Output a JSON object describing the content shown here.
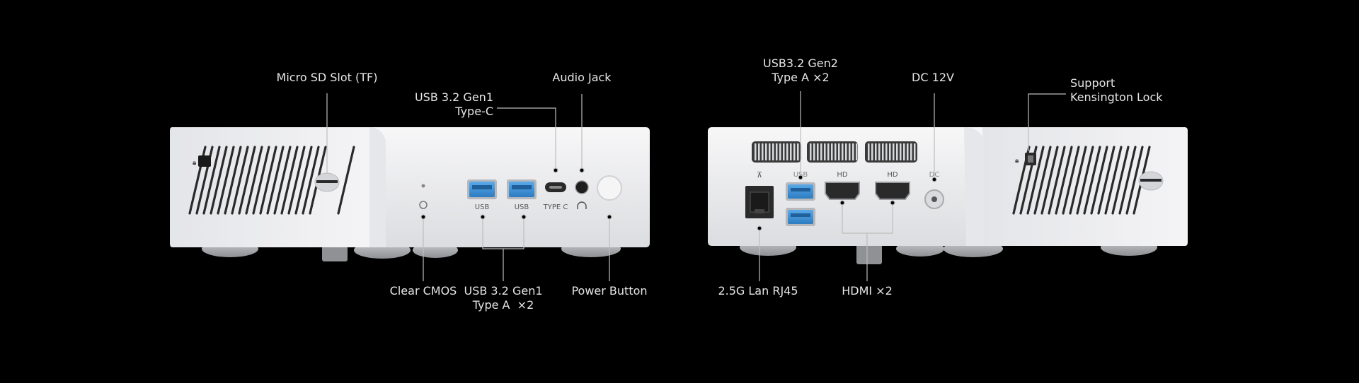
{
  "labels": {
    "micro_sd": "Micro SD Slot (TF)",
    "usb_c": [
      "USB 3.2 Gen1",
      "Type-C"
    ],
    "audio_jack": "Audio Jack",
    "clear_cmos": "Clear CMOS",
    "usb_a_front": [
      "USB 3.2 Gen1",
      "Type A  ×2"
    ],
    "power_button": "Power Button",
    "usb_a_rear": [
      "USB3.2 Gen2",
      "Type A ×2"
    ],
    "dc_in": "DC 12V",
    "kensington": [
      "Support",
      "Kensington Lock"
    ],
    "lan": "2.5G Lan RJ45",
    "hdmi": "HDMI ×2"
  },
  "port_marks": {
    "usb": "USB",
    "type_c": "TYPE C",
    "hd": "HD",
    "dc": "DC"
  },
  "colors": {
    "background": "#000000",
    "chassis": "#eeeff1",
    "usb_blue": "#3b8fd6",
    "label_text": "#e6e6e6",
    "leader_line": "#bdbdbd"
  }
}
